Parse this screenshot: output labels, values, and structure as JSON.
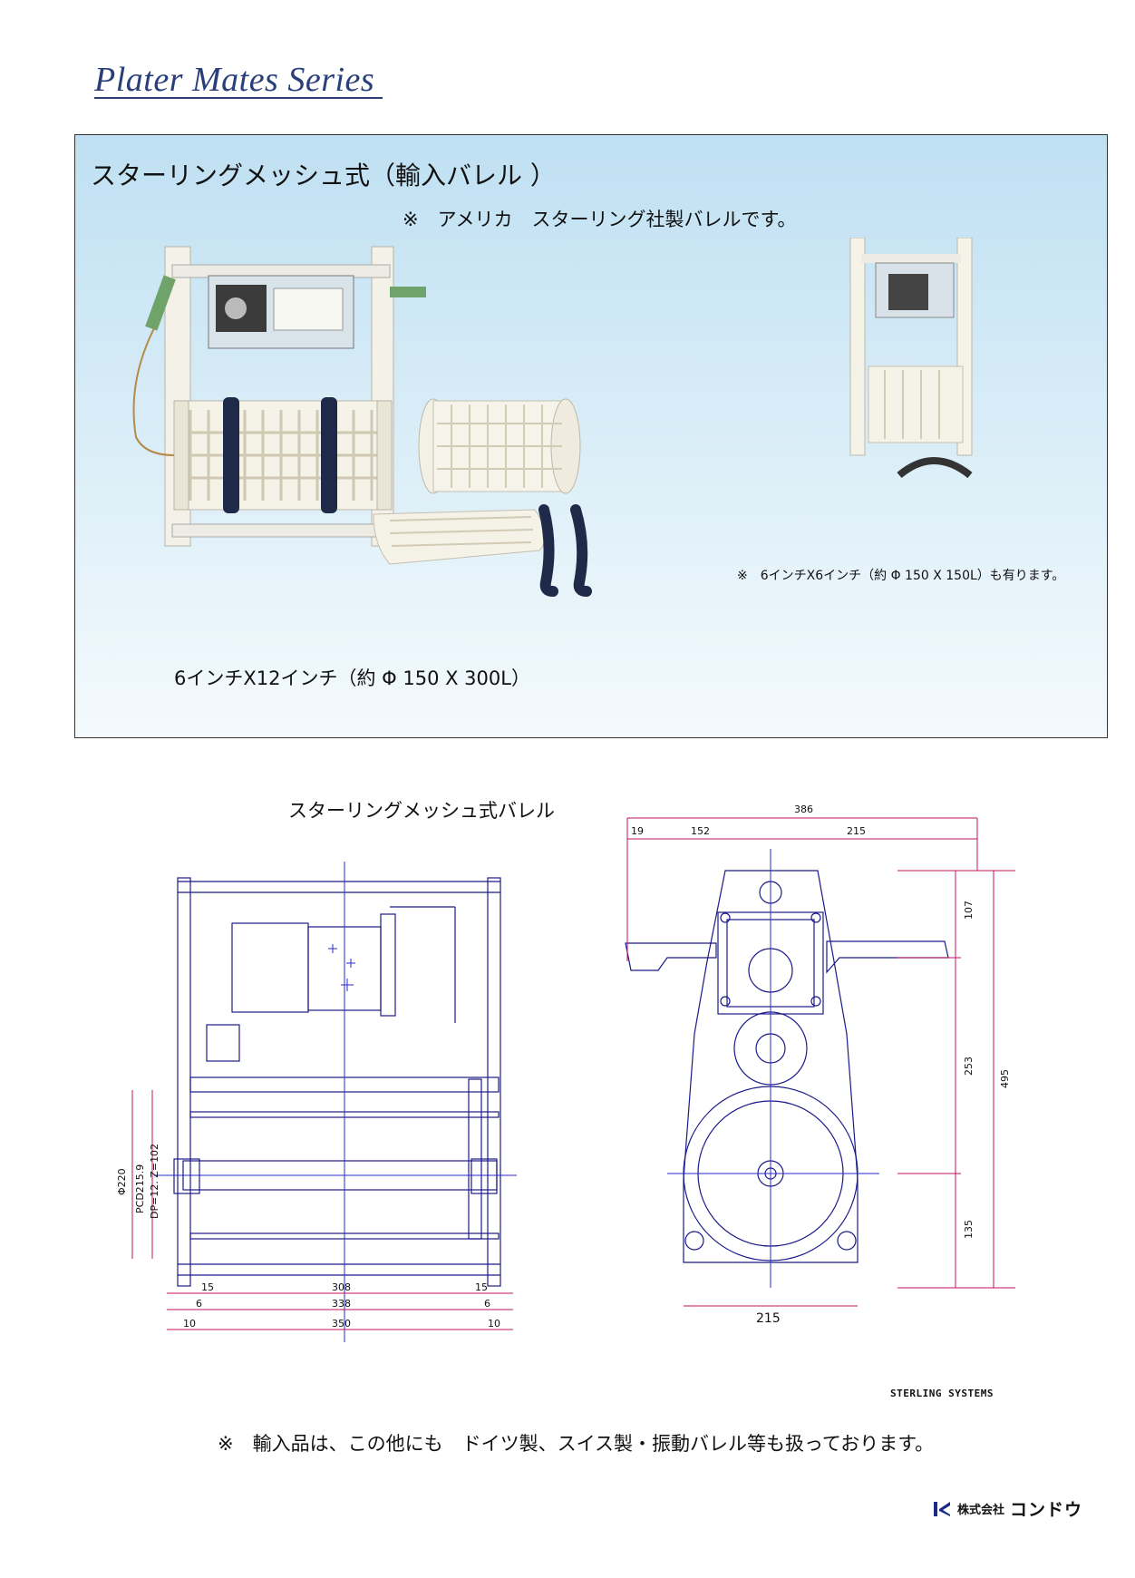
{
  "header": {
    "series_title": "Plater Mates Series"
  },
  "panel": {
    "heading": "スターリングメッシュ式（輸入バレル ）",
    "note": "※　アメリカ　スターリング社製バレルです。",
    "note_small": "※　6インチX6インチ（約 Φ 150 X 150L）も有ります。",
    "size_main": "6インチX12インチ（約 Φ 150 X 300L）"
  },
  "drawing": {
    "title": "スターリングメッシュ式バレル",
    "front_dims": {
      "d220": "Φ220",
      "pcd": "PCD215.9",
      "dp": "DP=12. Z=102",
      "w15_left": "15",
      "w308": "308",
      "w15_right": "15",
      "w6_left": "6",
      "w338": "338",
      "w6_right": "6",
      "w10_left": "10",
      "w350": "350",
      "w10_right": "10"
    },
    "side_dims": {
      "w386": "386",
      "w19": "19",
      "w152": "152",
      "w215_top": "215",
      "h107": "107",
      "h253": "253",
      "h495": "495",
      "h135": "135",
      "w215_bottom": "215"
    },
    "brand": "STERLING  SYSTEMS"
  },
  "footer": {
    "note": "※　輸入品は、この他にも　ドイツ製、スイス製・振動バレル等も扱っております。",
    "company_prefix": "株式会社",
    "company_name": "コンドウ"
  }
}
